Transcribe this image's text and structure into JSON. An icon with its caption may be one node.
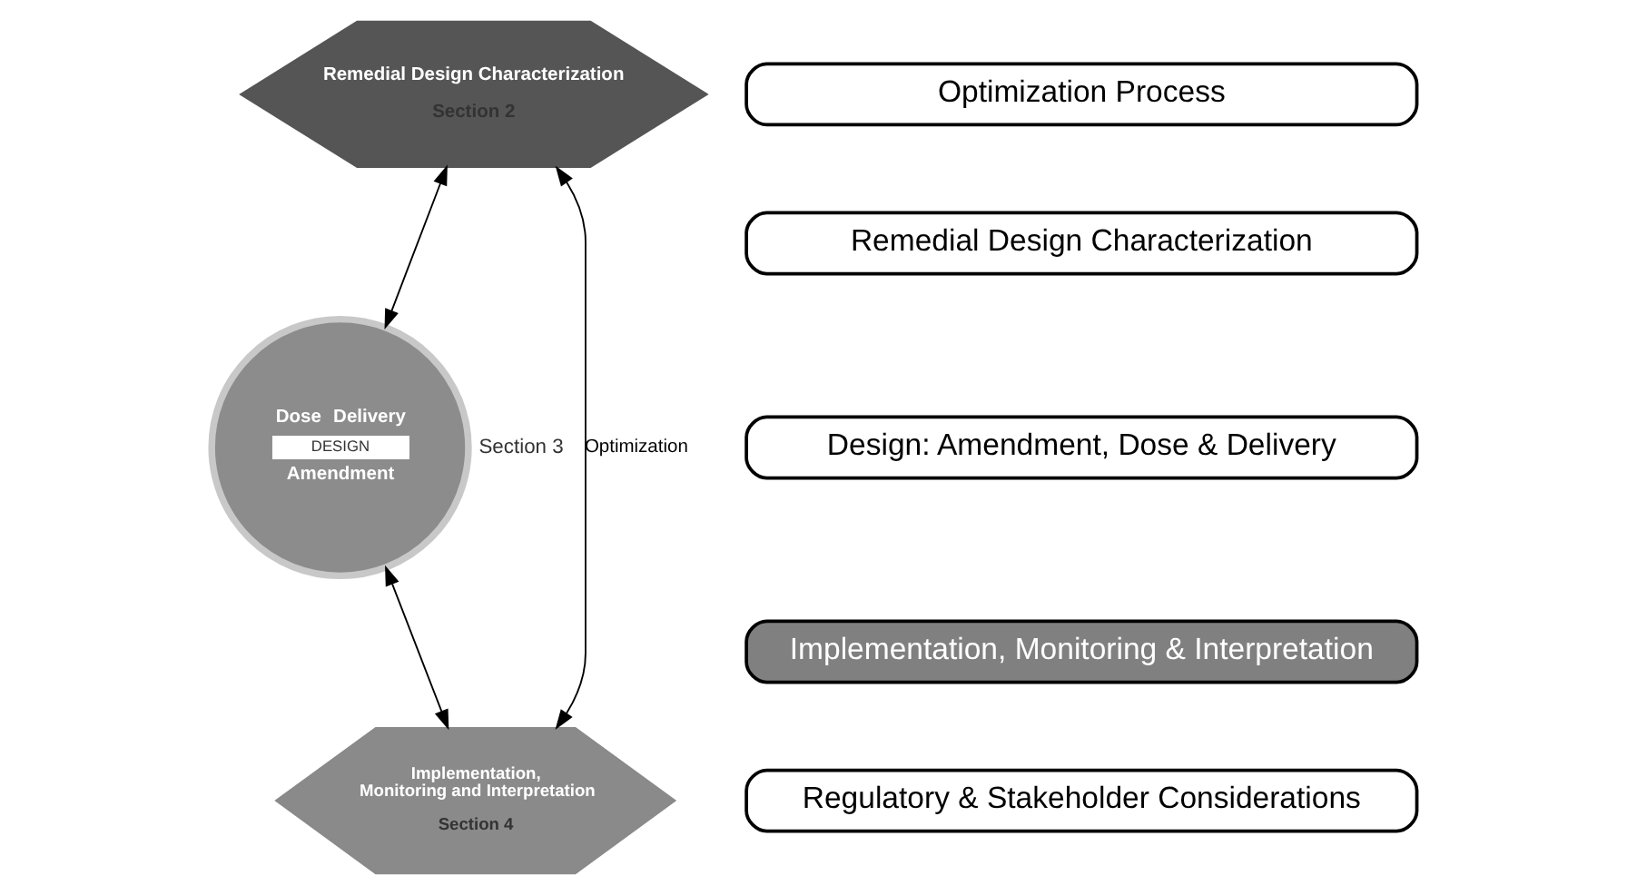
{
  "diagram": {
    "nodes": [
      {
        "text": [
          "Remedial Design Characterization",
          "Section 2"
        ]
      },
      {
        "text": [
          "Dose",
          "Delivery",
          "DESIGN",
          "Amendment"
        ],
        "beside": [
          "Section 3"
        ]
      },
      {
        "text": [
          "Implementation, Monitoring and Interpretation",
          "Section 4"
        ]
      },
      {
        "text": [
          "Optimization Process"
        ]
      },
      {
        "text": [
          "Remedial Design Characterization"
        ]
      },
      {
        "text": [
          "Design: Amendment, Dose & Delivery"
        ]
      },
      {
        "text": [
          "Implementation, Monitoring & Interpretation"
        ]
      },
      {
        "text": [
          "Regulatory & Stakeholder Considerations"
        ]
      }
    ],
    "edges": [
      {
        "from": 0,
        "to": 2,
        "arrow": "both",
        "label": "Optimization"
      },
      {
        "from": 0,
        "to": 1,
        "arrow": "both"
      },
      {
        "from": 1,
        "to": 2,
        "arrow": "both"
      }
    ]
  }
}
